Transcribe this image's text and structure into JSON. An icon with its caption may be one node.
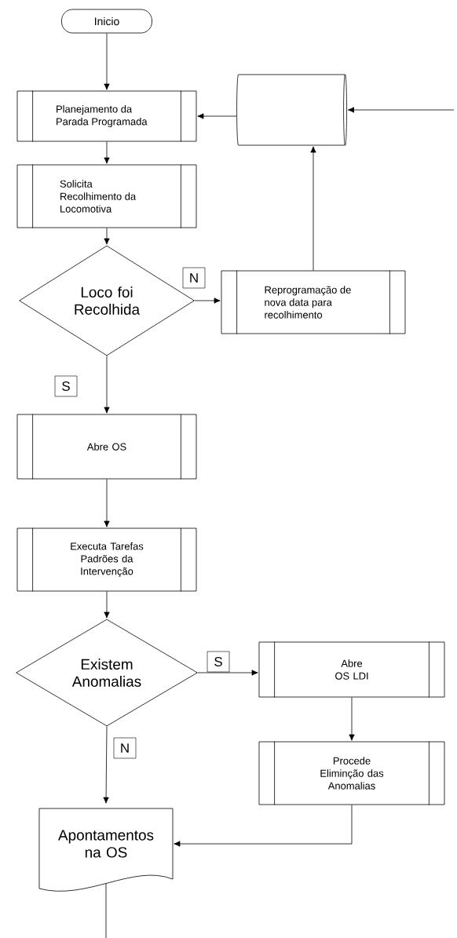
{
  "diagram": {
    "nodes": [
      {
        "text": [
          "Inicio"
        ]
      },
      {
        "text": [
          "Planejamento da Parada Programada"
        ]
      },
      {
        "text": [],
        "shape": "cylinder"
      },
      {
        "text": [
          "Solicita Recolhimento da Locomotiva"
        ]
      },
      {
        "text": [
          "Loco foi Recolhida"
        ]
      },
      {
        "text": [
          "Reprogramação de nova data para recolhimento"
        ]
      },
      {
        "text": [
          "Abre OS"
        ]
      },
      {
        "text": [
          "Executa Tarefas Padrões da Intervenção"
        ]
      },
      {
        "text": [
          "Existem Anomalias"
        ]
      },
      {
        "text": [
          "Abre OS LDI"
        ]
      },
      {
        "text": [
          "Procede Eliminção das Anomalias"
        ]
      },
      {
        "text": [
          "Apontamentos na OS"
        ]
      }
    ],
    "edges": [
      {
        "from": 0,
        "to": 1,
        "arrow": "to"
      },
      {
        "from": 2,
        "to": 1,
        "arrow": "to"
      },
      {
        "from": 1,
        "to": 3,
        "arrow": "to"
      },
      {
        "from": 3,
        "to": 4,
        "arrow": "to"
      },
      {
        "from": 4,
        "to": 5,
        "arrow": "to",
        "label": "N"
      },
      {
        "from": 5,
        "to": 2,
        "arrow": "to"
      },
      {
        "from": 4,
        "to": 6,
        "arrow": "to",
        "label": "S"
      },
      {
        "from": 6,
        "to": 7,
        "arrow": "to"
      },
      {
        "from": 7,
        "to": 8,
        "arrow": "to"
      },
      {
        "from": 8,
        "to": 9,
        "arrow": "to",
        "label": "S"
      },
      {
        "from": 9,
        "to": 10,
        "arrow": "to"
      },
      {
        "from": 8,
        "to": 11,
        "arrow": "to",
        "label": "N"
      },
      {
        "from": 10,
        "to": 11,
        "arrow": "to"
      },
      {
        "from": 11,
        "to": null,
        "arrow": "none"
      },
      {
        "from": null,
        "to": 2,
        "arrow": "to"
      }
    ]
  }
}
